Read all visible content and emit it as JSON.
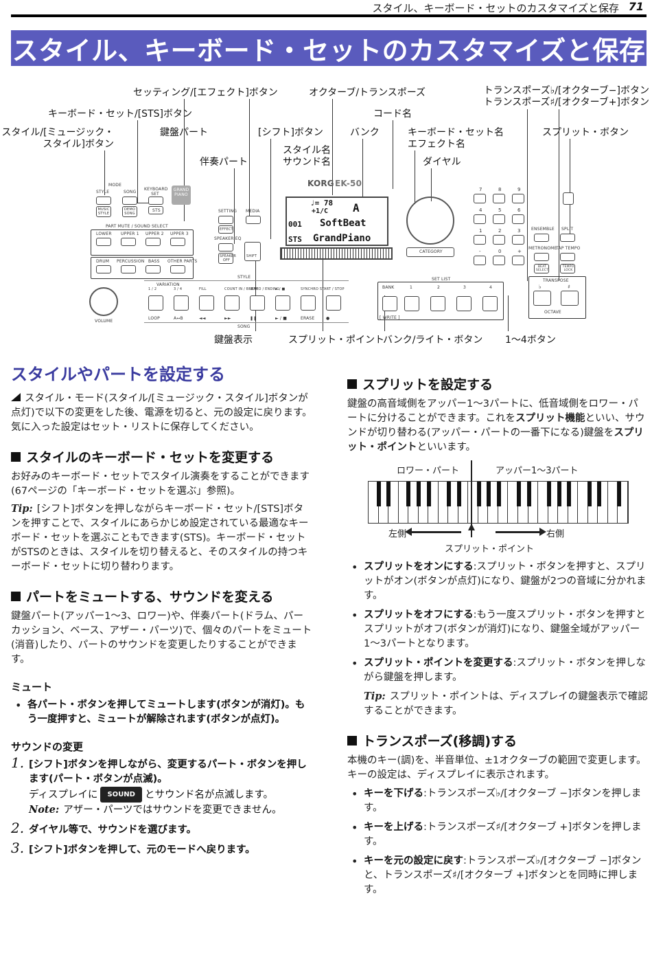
{
  "running_head": {
    "title": "スタイル、キーボード・セットのカスタマイズと保存",
    "page_number": "71"
  },
  "page_title": "スタイル、キーボード・セットのカスタマイズと保存",
  "callouts": {
    "settings_effect": "セッティング/[エフェクト]ボタン",
    "octave_transpose": "オクターブ/トランスポーズ",
    "transpose_flat": "トランスポーズ♭/[オクターブ−]ボタン",
    "transpose_sharp": "トランスポーズ♯/[オクターブ+]ボタン",
    "kbd_set_sts": "キーボード・セット/[STS]ボタン",
    "chord_name": "コード名",
    "style_music_style_1": "スタイル/[ミュージック・",
    "style_music_style_2": "スタイル]ボタン",
    "keyboard_part": "鍵盤パート",
    "shift_button": "[シフト]ボタン",
    "bank": "バンク",
    "kbd_set_name": "キーボード・セット名",
    "effect_name": "エフェクト名",
    "split_button": "スプリット・ボタン",
    "style_name": "スタイル名",
    "sound_name": "サウンド名",
    "accomp_part": "伴奏パート",
    "dial": "ダイヤル",
    "keyboard_display": "鍵盤表示",
    "split_point": "スプリット・ポイント",
    "bank_write_button": "バンク/ライト・ボタン",
    "buttons_1_4": "1〜4ボタン"
  },
  "panel": {
    "brand": "KORG",
    "model": "EK-50",
    "mode_label": "MODE",
    "style_btn": "STYLE",
    "song_btn": "SONG",
    "keyboard_set_btn": "KEYBOARD SET",
    "grand_piano_btn": "GRAND PIANO",
    "music_style_btn": "MUSIC STYLE",
    "demo_song_btn": "DEMO SONG",
    "sts_btn": "STS",
    "part_mute_label": "PART MUTE / SOUND SELECT",
    "lower": "LOWER",
    "upper1": "UPPER 1",
    "upper2": "UPPER 2",
    "upper3": "UPPER 3",
    "drum": "DRUM",
    "percussion": "PERCUSSION",
    "bass": "BASS",
    "other_parts": "OTHER PARTS",
    "setting": "SETTING",
    "media": "MEDIA",
    "effect": "EFFECT",
    "speaker_eq": "SPEAKER EQ",
    "speaker_off": "SPEAKER OFF",
    "shift": "SHIFT",
    "lcd_tempo": "♩= 78",
    "lcd_chord": "A",
    "lcd_transpose": "+1/C",
    "lcd_style_num": "001",
    "lcd_style": "SoftBeat",
    "lcd_sts": "STS",
    "lcd_sound": "GrandPiano",
    "category": "CATEGORY",
    "ensemble": "ENSEMBLE",
    "split": "SPLIT",
    "metronome": "METRONOME",
    "tap_tempo": "TAP TEMPO",
    "beat_select": "BEAT SELECT",
    "tempo_lock": "TEMPO LOCK",
    "transpose": "TRANSPOSE",
    "octave": "OCTAVE",
    "flat": "♭",
    "sharp": "♯",
    "style_label": "STYLE",
    "song_label": "SONG",
    "variation": "VARIATION",
    "v12": "1 / 2",
    "v34": "3 / 4",
    "fill": "FILL",
    "count_in": "COUNT IN / BREAK",
    "intro": "INTRO / ENDING",
    "play_stop": "► / ■",
    "synchro": "SYNCHRO START / STOP",
    "loop": "LOOP",
    "ab": "A↔B",
    "rew": "◄◄",
    "ff": "►►",
    "pause": "❚❚",
    "play2": "► / ■",
    "erase": "ERASE",
    "rec": "●",
    "volume": "VOLUME",
    "bank_lbl": "BANK",
    "write_lbl": "[ WRITE ]",
    "set_list": "SET LIST",
    "n1": "1",
    "n2": "2",
    "n3": "3",
    "n4": "4",
    "numpad": [
      "7",
      "8",
      "9",
      "4",
      "5",
      "6",
      "1",
      "2",
      "3",
      "-",
      "0",
      "+"
    ]
  },
  "left": {
    "heading": "スタイルやパートを設定する",
    "intro": "スタイル・モード(スタイル/[ミュージック・スタイル]ボタンが点灯)で以下の変更をした後、電源を切ると、元の設定に戻ります。気に入った設定はセット・リストに保存してください。",
    "sub1": "スタイルのキーボード・セットを変更する",
    "sub1_p": "お好みのキーボード・セットでスタイル演奏をすることができます(67ページの「キーボード・セットを選ぶ」参照)。",
    "tip_label": "Tip:",
    "sub1_tip": "[シフト]ボタンを押しながらキーボード・セット/[STS]ボタンを押すことで、スタイルにあらかじめ設定されている最適なキーボード・セットを選ぶこともできます(STS)。キーボード・セットがSTSのときは、スタイルを切り替えると、そのスタイルの持つキーボード・セットに切り替わります。",
    "sub2": "パートをミュートする、サウンドを変える",
    "sub2_p": "鍵盤パート(アッパー1〜3、ロワー)や、伴奏パート(ドラム、パーカッション、ベース、アザー・パーツ)で、個々のパートをミュート(消音)したり、パートのサウンドを変更したりすることができます。",
    "mute_head": "ミュート",
    "mute_item": "各パート・ボタンを押してミュートします(ボタンが消灯)。もう一度押すと、ミュートが解除されます(ボタンが点灯)。",
    "sound_head": "サウンドの変更",
    "step1_num": "1.",
    "step1": "[シフト]ボタンを押しながら、変更するパート・ボタンを押します(パート・ボタンが点滅)。",
    "step1_pre": "ディスプレイに",
    "step1_badge": "SOUND",
    "step1_post": "とサウンド名が点滅します。",
    "note_label": "Note:",
    "step1_note": "アザー・パーツではサウンドを変更できません。",
    "step2_num": "2.",
    "step2": "ダイヤル等で、サウンドを選びます。",
    "step3_num": "3.",
    "step3": "[シフト]ボタンを押して、元のモードへ戻ります。"
  },
  "right": {
    "sub3": "スプリットを設定する",
    "sub3_p1": "鍵盤の高音域側をアッパー1〜3パートに、低音域側をロワー・パートに分けることができます。これを",
    "sub3_b1": "スプリット機能",
    "sub3_p2": "といい、サウンドが切り替わる(アッパー・パートの一番下になる)鍵盤を",
    "sub3_b2": "スプリット・ポイント",
    "sub3_p3": "といいます。",
    "kbd_lower": "ロワー・パート",
    "kbd_upper": "アッパー1〜3パート",
    "kbd_left": "左側",
    "kbd_right": "右側",
    "kbd_split": "スプリット・ポイント",
    "b1": "スプリットをオンにする",
    "b1_t": ":スプリット・ボタンを押すと、スプリットがオン(ボタンが点灯)になり、鍵盤が2つの音域に分かれます。",
    "b2": "スプリットをオフにする",
    "b2_t": ":もう一度スプリット・ボタンを押すとスプリットがオフ(ボタンが消灯)になり、鍵盤全域がアッパー1〜3パートとなります。",
    "b3": "スプリット・ポイントを変更する",
    "b3_t": ":スプリット・ボタンを押しながら鍵盤を押します。",
    "tip_label": "Tip:",
    "b3_tip": "スプリット・ポイントは、ディスプレイの鍵盤表示で確認することができます。",
    "sub4": "トランスポーズ(移調)する",
    "sub4_p": "本機のキー(調)を、半音単位、±1オクターブの範囲で変更します。キーの設定は、ディスプレイに表示されます。",
    "t1": "キーを下げる",
    "t1_t": ":トランスポーズ♭/[オクターブ −]ボタンを押します。",
    "t2": "キーを上げる",
    "t2_t": ":トランスポーズ♯/[オクターブ +]ボタンを押します。",
    "t3": "キーを元の設定に戻す",
    "t3_t": ":トランスポーズ♭/[オクターブ −]ボタンと、トランスポーズ♯/[オクターブ +]ボタンとを同時に押します。"
  }
}
